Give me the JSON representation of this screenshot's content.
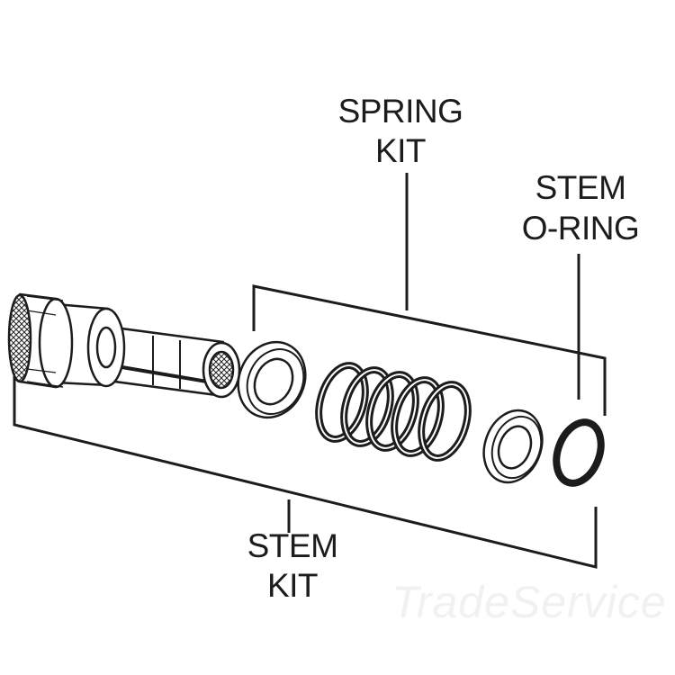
{
  "labels": {
    "spring_kit": [
      "SPRING",
      "KIT"
    ],
    "stem_oring": [
      "STEM",
      "O-RING"
    ],
    "stem_kit": [
      "STEM",
      "KIT"
    ]
  },
  "watermark": "TradeService",
  "colors": {
    "line": "#1c1c1c",
    "fill": "#ffffff",
    "watermark": "#f1f1f1"
  }
}
